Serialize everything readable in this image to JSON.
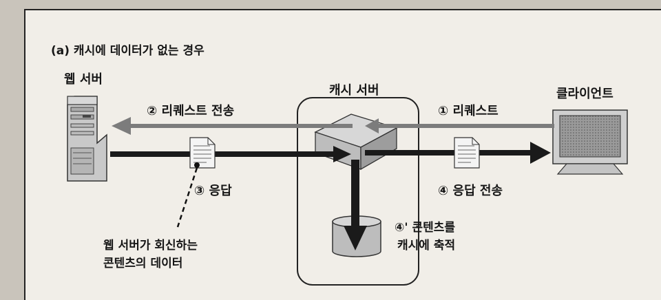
{
  "title": "(a) 캐시에 데이터가 없는 경우",
  "nodes": {
    "web_server": "웹 서버",
    "cache_server": "캐시 서버",
    "client": "클라이언트"
  },
  "steps": {
    "request": "① 리퀘스트",
    "request_forward": "② 리퀘스트 전송",
    "response": "③ 응답",
    "response_forward": "④ 응답 전송",
    "store_line1": "④' 콘텐츠를",
    "store_line2": "캐시에 축적"
  },
  "annotation": {
    "line1": "웹 서버가 회신하는",
    "line2": "콘텐츠의 데이터"
  }
}
